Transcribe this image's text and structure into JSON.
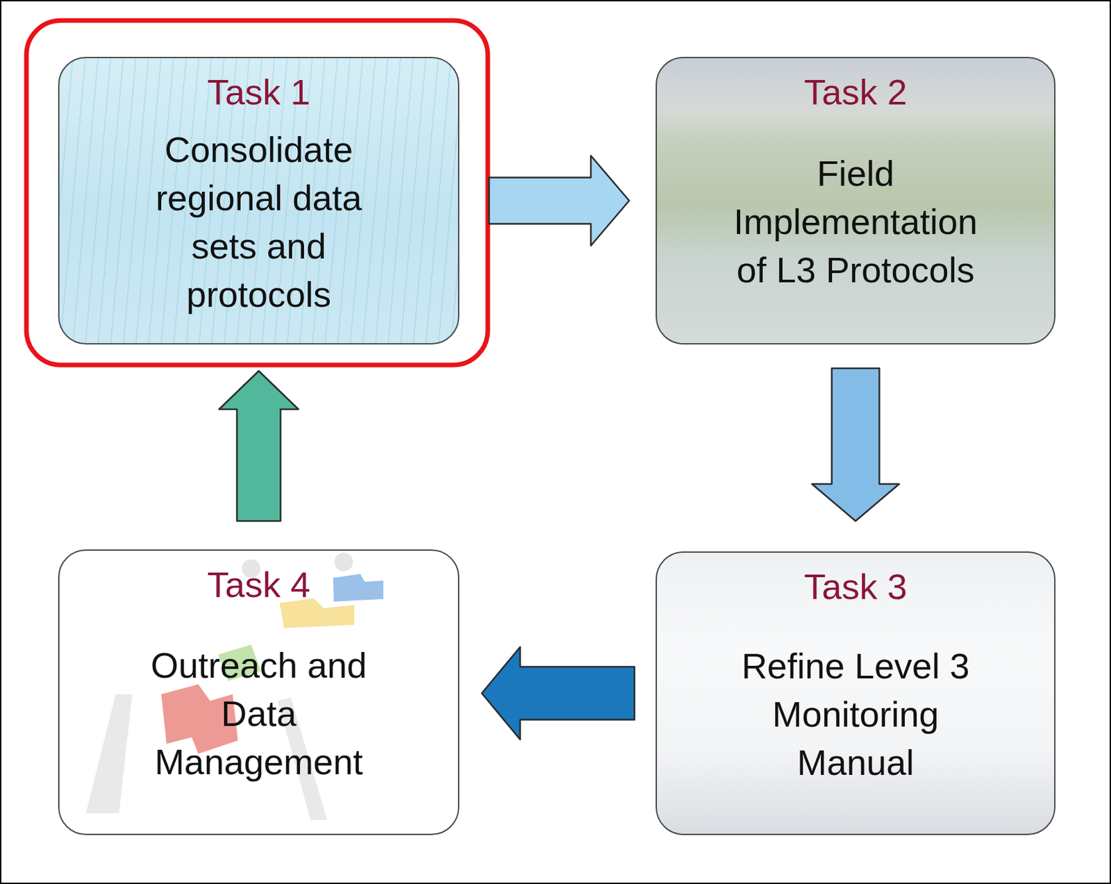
{
  "diagram": {
    "nodes": [
      {
        "text": [
          "Task 1",
          "Consolidate regional data sets and protocols"
        ]
      },
      {
        "text": [
          "Task 2",
          "Field Implementation of L3 Protocols"
        ]
      },
      {
        "text": [
          "Task 3",
          "Refine Level 3 Monitoring Manual"
        ]
      },
      {
        "text": [
          "Task 4",
          "Outreach and Data Management"
        ]
      }
    ],
    "edges": [
      {
        "from": 0,
        "to": 1,
        "arrow": "to"
      },
      {
        "from": 1,
        "to": 2,
        "arrow": "to"
      },
      {
        "from": 2,
        "to": 3,
        "arrow": "to"
      },
      {
        "from": 3,
        "to": 0,
        "arrow": "to"
      }
    ]
  }
}
